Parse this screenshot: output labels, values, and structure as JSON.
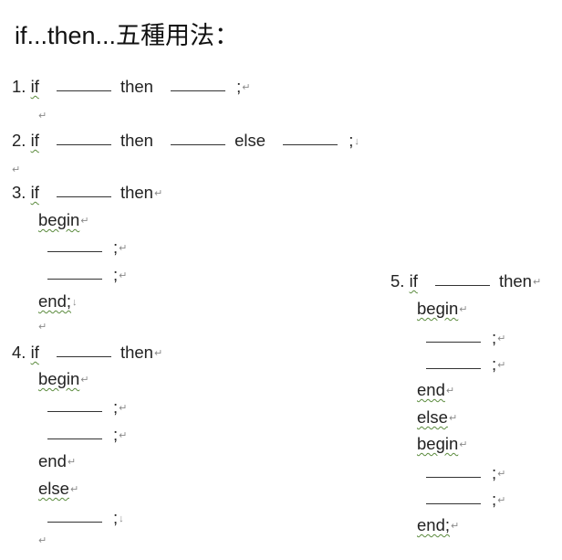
{
  "title": "if...then...五種用法：",
  "ret": "↵",
  "ret_down": "↓",
  "semi": ";",
  "s1": {
    "num": "1. ",
    "if": "if",
    "then": "then"
  },
  "s2": {
    "num": "2. ",
    "if": "if",
    "then": "then",
    "else": "else"
  },
  "s3": {
    "num": "3. ",
    "if": "if",
    "then": "then",
    "begin": "begin",
    "end": "end;"
  },
  "s4": {
    "num": "4. ",
    "if": "if",
    "then": "then",
    "begin": "begin",
    "end": "end",
    "else": "else"
  },
  "s5": {
    "num": "5. ",
    "if": "if",
    "then": "then",
    "begin": "begin",
    "end": "end",
    "else": "else",
    "begin2": "begin",
    "end2": "end;"
  }
}
